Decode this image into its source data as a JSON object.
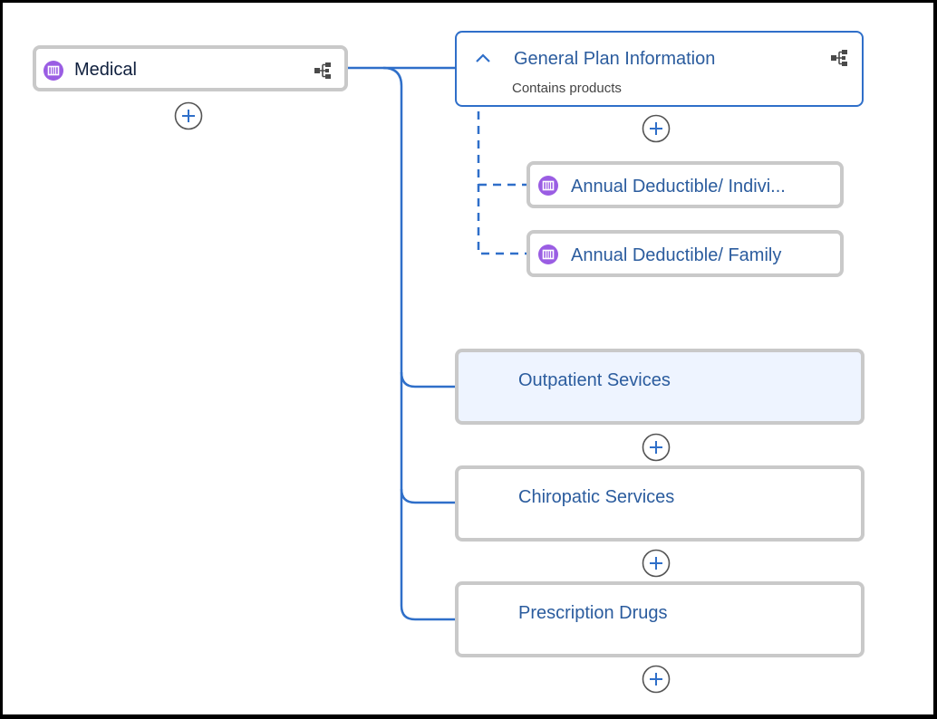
{
  "root": {
    "label": "Medical",
    "icon": "product-icon",
    "action_icon": "hierarchy-icon"
  },
  "group": {
    "title": "General Plan Information",
    "subtitle": "Contains products",
    "toggle_icon": "chevron-up-icon",
    "action_icon": "hierarchy-icon",
    "children": [
      {
        "label": "Annual Deductible/ Indivi...",
        "icon": "product-icon"
      },
      {
        "label": "Annual Deductible/ Family",
        "icon": "product-icon"
      }
    ]
  },
  "categories": [
    {
      "label": "Outpatient Sevices",
      "selected": true
    },
    {
      "label": "Chiropatic Services",
      "selected": false
    },
    {
      "label": "Prescription Drugs",
      "selected": false
    }
  ],
  "add_button_icon": "add-circle-icon",
  "colors": {
    "connector": "#2f6fc9",
    "node_border": "#c9c9c9",
    "selected_fill": "#eef4ff",
    "label": "#2b5c9e",
    "product_icon": "#9a5de3"
  }
}
